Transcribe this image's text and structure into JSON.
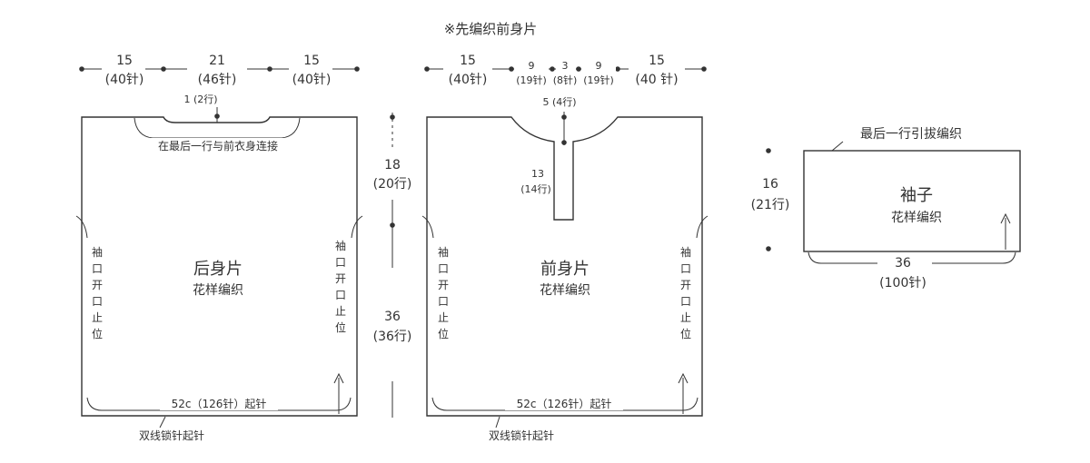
{
  "title": "※先编织前身片",
  "back": {
    "widths": [
      {
        "cm": "15",
        "st": "(40针)"
      },
      {
        "cm": "21",
        "st": "(46针)"
      },
      {
        "cm": "15",
        "st": "(40针)"
      }
    ],
    "neck_depth": "1 (2行)",
    "join_note": "在最后一行与前衣身连接",
    "name": "后身片",
    "pattern": "花样编织",
    "armhole_mark": "袖口开口止位",
    "cast_on": "52c（126针）起针",
    "chain_note": "双线锁针起针"
  },
  "heights": {
    "upper_cm": "18",
    "upper_rows": "(20行)",
    "lower_cm": "36",
    "lower_rows": "(36行)"
  },
  "front": {
    "widths": [
      {
        "cm": "15",
        "st": "(40针)"
      },
      {
        "cm": "9",
        "st": "(19针)"
      },
      {
        "cm": "3",
        "st": "(8针)"
      },
      {
        "cm": "9",
        "st": "(19针)"
      },
      {
        "cm": "15",
        "st": "(40 针)"
      }
    ],
    "neck_depth": "5 (4行)",
    "slit_cm": "13",
    "slit_rows": "(14行)",
    "name": "前身片",
    "pattern": "花样编织",
    "armhole_mark": "袖口开口止位",
    "cast_on": "52c（126针）起针",
    "chain_note": "双线锁针起针"
  },
  "sleeve": {
    "bind_off": "最后一行引拔编织",
    "height_cm": "16",
    "height_rows": "(21行)",
    "name": "袖子",
    "pattern": "花样编织",
    "width_cm": "36",
    "width_st": "(100针)"
  }
}
